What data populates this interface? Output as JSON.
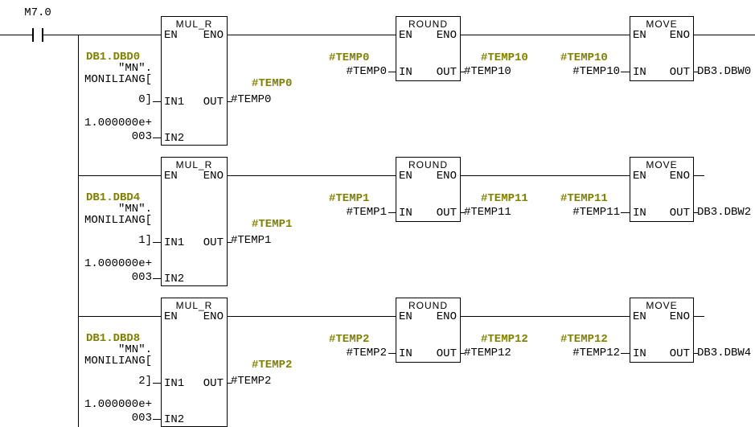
{
  "network": {
    "contact_label": "M7.0",
    "colors": {
      "symbol_label": "#808000",
      "wire": "#000000",
      "background": "#ffffff"
    },
    "labels": {
      "mul_title": "MUL_R",
      "round_title": "ROUND",
      "move_title": "MOVE",
      "en": "EN",
      "eno": "ENO",
      "in": "IN",
      "in1": "IN1",
      "in2": "IN2",
      "out": "OUT"
    },
    "rungs": [
      {
        "in1_address": "DB1.DBD0",
        "in1_symbol": [
          "\"MN\".",
          "MONILIANG[",
          "0]"
        ],
        "in2_value": [
          "1.000000e+",
          "003"
        ],
        "mul_out_symbol": "#TEMP0",
        "mul_out_operand": "#TEMP0",
        "round_in_symbol": "#TEMP0",
        "round_in_operand": "#TEMP0",
        "round_out_symbol": "#TEMP10",
        "round_out_operand": "#TEMP10",
        "move_in_symbol": "#TEMP10",
        "move_in_operand": "#TEMP10",
        "move_out_operand": "DB3.DBW0"
      },
      {
        "in1_address": "DB1.DBD4",
        "in1_symbol": [
          "\"MN\".",
          "MONILIANG[",
          "1]"
        ],
        "in2_value": [
          "1.000000e+",
          "003"
        ],
        "mul_out_symbol": "#TEMP1",
        "mul_out_operand": "#TEMP1",
        "round_in_symbol": "#TEMP1",
        "round_in_operand": "#TEMP1",
        "round_out_symbol": "#TEMP11",
        "round_out_operand": "#TEMP11",
        "move_in_symbol": "#TEMP11",
        "move_in_operand": "#TEMP11",
        "move_out_operand": "DB3.DBW2"
      },
      {
        "in1_address": "DB1.DBD8",
        "in1_symbol": [
          "\"MN\".",
          "MONILIANG[",
          "2]"
        ],
        "in2_value": [
          "1.000000e+",
          "003"
        ],
        "mul_out_symbol": "#TEMP2",
        "mul_out_operand": "#TEMP2",
        "round_in_symbol": "#TEMP2",
        "round_in_operand": "#TEMP2",
        "round_out_symbol": "#TEMP12",
        "round_out_operand": "#TEMP12",
        "move_in_symbol": "#TEMP12",
        "move_in_operand": "#TEMP12",
        "move_out_operand": "DB3.DBW4"
      }
    ]
  }
}
